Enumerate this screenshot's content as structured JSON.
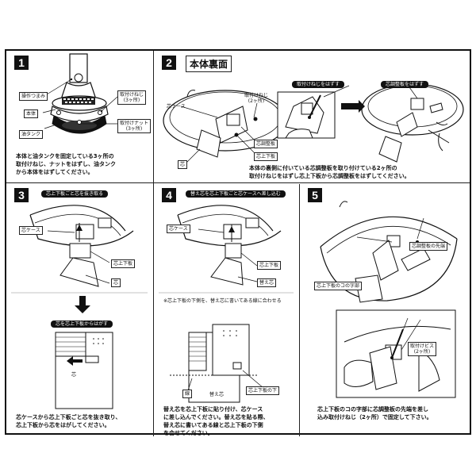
{
  "step1": {
    "number": "1",
    "labels": {
      "knob": "操作つまみ",
      "body": "本体",
      "tank": "油タンク",
      "screw": "取付けねじ",
      "screw_count": "(3ヶ所)",
      "nut": "取付けナット",
      "nut_count": "(3ヶ所)"
    },
    "caption": [
      "本体と油タンクを固定している3ヶ所の",
      "取付けねじ、ナットをはずし、油タンク",
      "から本体をはずしてください。"
    ]
  },
  "step2": {
    "number": "2",
    "title": "本体裏面",
    "labels": {
      "wick_case": "芯ケース",
      "screw": "取付けねじ",
      "screw_count": "(2ヶ所)",
      "adjuster": "芯調整板",
      "lift_plate": "芯上下板",
      "wick": "芯",
      "band_screw": "取付けねじをはずす",
      "band_adjuster": "芯調整板をはずす"
    },
    "caption": [
      "本体の裏側に付いている芯調整板を取り付けている2ヶ所の",
      "取付けねじをはずし芯上下板から芯調整板をはずしてください。"
    ]
  },
  "step3": {
    "number": "3",
    "band": "芯上下板ごと芯を抜き取る",
    "labels": {
      "wick_case": "芯ケース",
      "lift_plate": "芯上下板",
      "wick": "芯",
      "wick2": "芯"
    },
    "band2": "芯を芯上下板からはがす",
    "caption": [
      "芯ケースから芯上下板ごと芯を抜き取り、",
      "芯上下板から芯をはがしてください。"
    ]
  },
  "step4": {
    "number": "4",
    "band": "替え芯を芯上下板ごと芯ケースへ差し込む",
    "labels": {
      "wick_case": "芯ケース",
      "lift_plate": "芯上下板",
      "new_wick": "替え芯",
      "line": "線",
      "new_wick2": "替え芯",
      "lift_bottom": "芯上下板の下"
    },
    "note": "※芯上下板の下側を、替え芯に書いてある線に合わせる",
    "caption": [
      "替え芯を芯上下板に貼り付け、芯ケース",
      "に差し込んでください。替え芯を貼る際、",
      "替え芯に書いてある線と芯上下板の下側",
      "を合せてください。"
    ]
  },
  "step5": {
    "number": "5",
    "labels": {
      "adjuster_tip": "芯調整板の先端",
      "lift_slot": "芯上下板のコの字部",
      "screw": "取付けビス",
      "screw_count": "(2ヶ所)"
    },
    "caption": [
      "芯上下板のコの字部に芯調整板の先端を差し",
      "込み取付けねじ（2ヶ所）で固定して下さい。"
    ]
  }
}
